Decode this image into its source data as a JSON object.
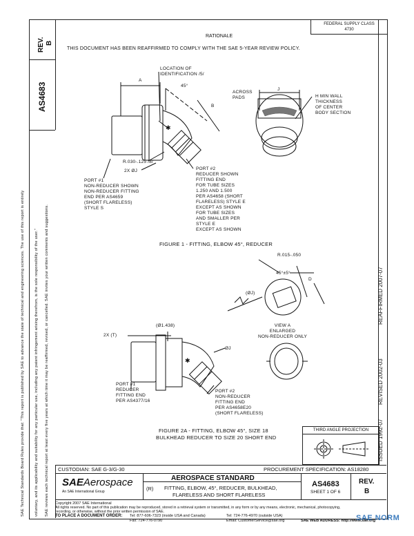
{
  "header": {
    "rev_label": "REV.",
    "rev_value": "B",
    "doc_number": "AS4683",
    "federal_supply_class_label": "FEDERAL SUPPLY CLASS",
    "federal_supply_class_value": "4730",
    "rationale_title": "RATIONALE",
    "rationale_text": "THIS DOCUMENT HAS BEEN REAFFIRMED TO COMPLY WITH THE SAE 5-YEAR REVIEW POLICY."
  },
  "left_disclaimer": {
    "line1": "SAE Technical Standards Board Rules provide that: \"This report is published by SAE to advance the state of technical and engineering sciences. The use of this report is entirely",
    "line2": "voluntary, and its applicability and suitability for any particular use, including any patent infringement arising therefrom, is the sole responsibility of the user.\"",
    "line3": "SAE reviews each technical report at least every five years at which time it may be reaffirmed, revised, or cancelled. SAE invites your written comments and suggestions."
  },
  "right_margin": {
    "reaffirmed": "REAFFIRMED 2007-07",
    "revised": "REVISED 2002-03",
    "issued": "ISSUED 1992-07"
  },
  "figure1": {
    "caption": "FIGURE 1 - FITTING, ELBOW 45°, REDUCER",
    "labels": {
      "location_id": "LOCATION OF\nIDENTIFICATION /5/",
      "dim_a": "A",
      "angle": "45°",
      "dim_b": "B",
      "radius": "R.030-.125 /8/",
      "dia": "2X ØJ",
      "port1": "PORT #1\nNON-REDUCER SHOWN\nNON-REDUCER FITTING\nEND PER AS4659\n(SHORT FLARELESS)\nSTYLE S",
      "port2": "PORT #2\nREDUCER SHOWN\nFITTING END\nFOR TUBE SIZES\n1.250 AND 1.500\nPER AS4658 (SHORT\nFLARELESS) STYLE E\nEXCEPT AS SHOWN\nFOR TUBE SIZES\nAND SMALLER PER\nSTYLE E\nEXCEPT AS SHOWN",
      "across_pads": "ACROSS\nPADS",
      "dim_j": "J",
      "h_min_wall": "H MIN WALL\nTHICKNESS\nOF CENTER\nBODY SECTION"
    }
  },
  "detail": {
    "radius": "R.015-.050",
    "angle": "45°±5°",
    "dim_d": "D",
    "dia": "(ØJ)",
    "view_label": "VIEW A\nENLARGED\nNON-REDUCER ONLY"
  },
  "figure2": {
    "caption_line1": "FIGURE 2A - FITTING, ELBOW 45°, SIZE 18",
    "caption_line2": "BULKHEAD REDUCER TO SIZE 20 SHORT END",
    "labels": {
      "dia_top": "(Ø1.438)",
      "two_t": "2X (T)",
      "dia_j": "ØJ",
      "port1": "PORT #1\nREDUCER\nFITTING END\nPER AS4377/16",
      "port2": "PORT #2\nNON-REDUCER\nFITTING END\nPER AS4658E20\n(SHORT FLARELESS)"
    }
  },
  "projection": {
    "label": "THIRD ANGLE PROJECTION"
  },
  "title_block": {
    "custodian": "CUSTODIAN: SAE G-3/G-30",
    "procurement": "PROCUREMENT SPECIFICATION: AS18280",
    "logo_sae": "SAE",
    "logo_aerospace": "Aerospace",
    "logo_sub": "An SAE International Group",
    "standard": "AEROSPACE STANDARD",
    "prefix": "(R)",
    "title_line1": "FITTING, ELBOW, 45°, REDUCER, BULKHEAD,",
    "title_line2": "FLARELESS AND SHORT FLARELESS",
    "doc_number": "AS4683",
    "sheet": "SHEET 1 OF 6",
    "rev_label": "REV.",
    "rev_value": "B"
  },
  "footer": {
    "copyright": "Copyright 2007 SAE International",
    "rights": "All rights reserved. No part of this publication may be reproduced, stored in a retrieval system or transmitted, in any form or by any means, electronic, mechanical, photocopying,",
    "rights2": "recording, or otherwise, without the prior written permission of SAE.",
    "order_label": "TO PLACE A DOCUMENT ORDER:",
    "tel1": "Tel: 877-606-7323 (inside USA and Canada)",
    "fax": "Fax: 724-776-0790",
    "tel2": "Tel: 724-776-4970 (outside USA)",
    "email": "Email: CustomerService@sae.org",
    "web": "SAE WEB ADDRESS: http://www.sae.org",
    "watermark": "SAE NORM"
  }
}
